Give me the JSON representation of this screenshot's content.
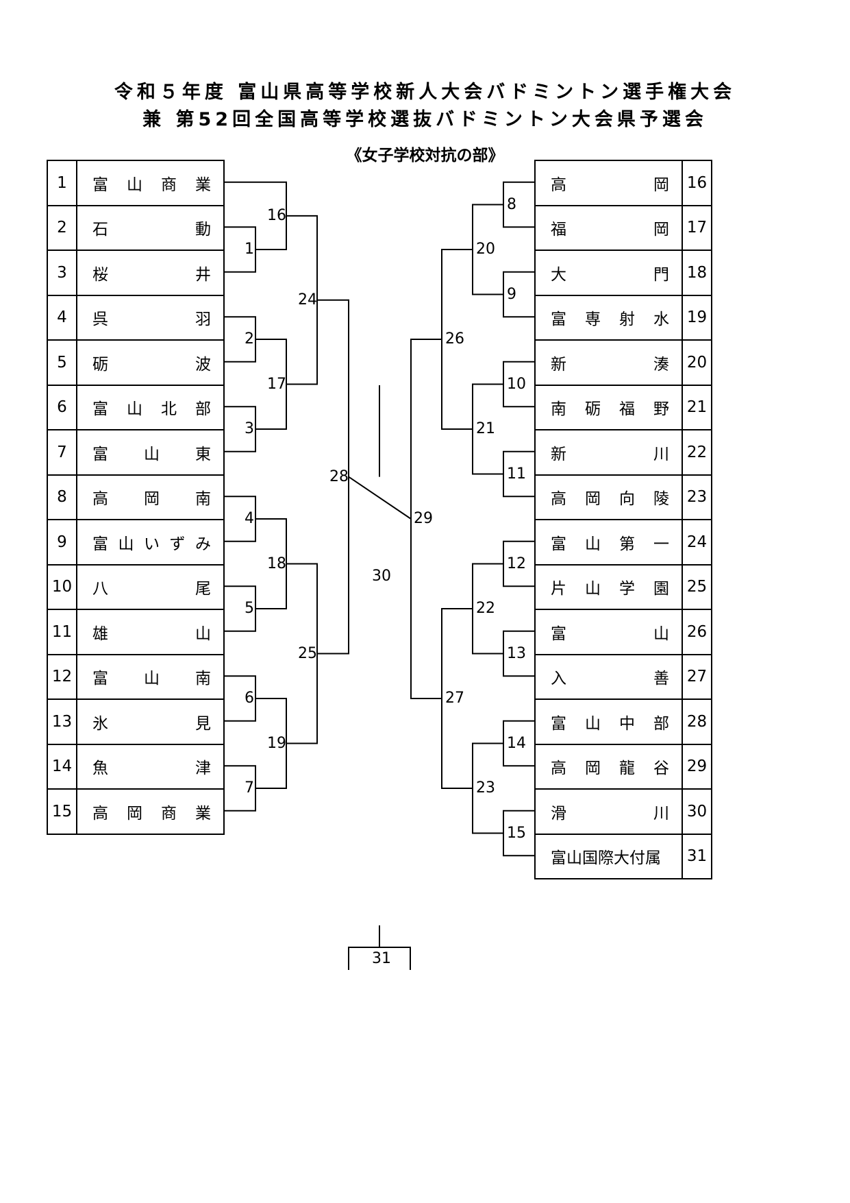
{
  "header": {
    "title_line1": "令和５年度 富山県高等学校新人大会バドミントン選手権大会",
    "title_line2": "兼 第52回全国高等学校選抜バドミントン大会県予選会",
    "subtitle": "《女子学校対抗の部》"
  },
  "left_teams": [
    {
      "seed": "1",
      "name": "富山商業"
    },
    {
      "seed": "2",
      "name": "石動"
    },
    {
      "seed": "3",
      "name": "桜井"
    },
    {
      "seed": "4",
      "name": "呉羽"
    },
    {
      "seed": "5",
      "name": "砺波"
    },
    {
      "seed": "6",
      "name": "富山北部"
    },
    {
      "seed": "7",
      "name": "富山東"
    },
    {
      "seed": "8",
      "name": "高岡南"
    },
    {
      "seed": "9",
      "name": "富山いずみ"
    },
    {
      "seed": "10",
      "name": "八尾"
    },
    {
      "seed": "11",
      "name": "雄山"
    },
    {
      "seed": "12",
      "name": "富山南"
    },
    {
      "seed": "13",
      "name": "氷見"
    },
    {
      "seed": "14",
      "name": "魚津"
    },
    {
      "seed": "15",
      "name": "高岡商業"
    }
  ],
  "right_teams": [
    {
      "seed": "16",
      "name": "高岡"
    },
    {
      "seed": "17",
      "name": "福岡"
    },
    {
      "seed": "18",
      "name": "大門"
    },
    {
      "seed": "19",
      "name": "富専射水"
    },
    {
      "seed": "20",
      "name": "新湊"
    },
    {
      "seed": "21",
      "name": "南砺福野"
    },
    {
      "seed": "22",
      "name": "新川"
    },
    {
      "seed": "23",
      "name": "高岡向陵"
    },
    {
      "seed": "24",
      "name": "富山第一"
    },
    {
      "seed": "25",
      "name": "片山学園"
    },
    {
      "seed": "26",
      "name": "富山"
    },
    {
      "seed": "27",
      "name": "入善"
    },
    {
      "seed": "28",
      "name": "富山中部"
    },
    {
      "seed": "29",
      "name": "高岡龍谷"
    },
    {
      "seed": "30",
      "name": "滑川"
    },
    {
      "seed": "31",
      "name": "富山国際大付属"
    }
  ],
  "match_numbers": [
    "1",
    "2",
    "3",
    "4",
    "5",
    "6",
    "7",
    "8",
    "9",
    "10",
    "11",
    "12",
    "13",
    "14",
    "15",
    "16",
    "17",
    "18",
    "19",
    "20",
    "21",
    "22",
    "23",
    "24",
    "25",
    "26",
    "27",
    "28",
    "29",
    "30",
    "31"
  ]
}
